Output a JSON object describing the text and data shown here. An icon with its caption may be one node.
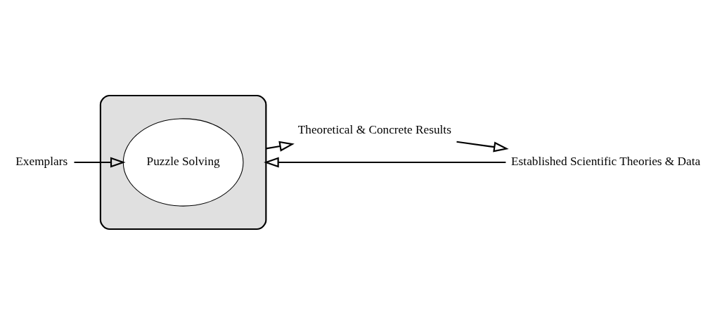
{
  "diagram": {
    "nodes": [
      {
        "text": [],
        "shape": "box"
      },
      {
        "text": [
          "Puzzle Solving"
        ],
        "in": 0
      },
      {
        "text": [
          "Exemplars"
        ]
      },
      {
        "text": [
          "Established Scientific Theories & Data"
        ]
      },
      {
        "text": [
          "Theoretical & Concrete Results"
        ]
      }
    ],
    "edges": [
      {
        "from": 2,
        "to": 1,
        "arrow": "to"
      },
      {
        "from": 3,
        "to": 0,
        "arrow": "to"
      },
      {
        "from": 0,
        "to": 4,
        "arrow": "to"
      },
      {
        "from": 4,
        "to": 3,
        "arrow": "to"
      }
    ]
  }
}
